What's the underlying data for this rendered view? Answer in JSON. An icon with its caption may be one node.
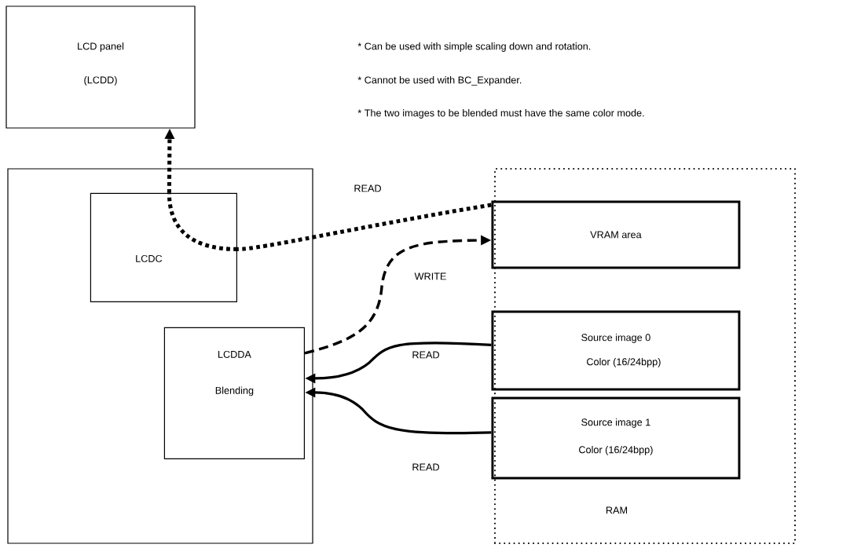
{
  "diagram": {
    "nodes": [
      {
        "text": [
          "LCD panel",
          "(LCDD)"
        ]
      },
      {
        "text": [],
        "shape": "box"
      },
      {
        "text": [
          "LCDC"
        ],
        "in": 1
      },
      {
        "text": [
          "LCDDA",
          "Blending"
        ],
        "in": 1
      },
      {
        "text": [
          "RAM"
        ]
      },
      {
        "text": [
          "VRAM area"
        ],
        "in": 4
      },
      {
        "text": [
          "Source image 0",
          "Color (16/24bpp)"
        ],
        "in": 4
      },
      {
        "text": [
          "Source image 1",
          "Color (16/24bpp)"
        ],
        "in": 4
      }
    ],
    "edges": [
      {
        "from": 5,
        "to": 2,
        "arrow": "none",
        "label": "READ",
        "style": "dashed"
      },
      {
        "from": 2,
        "to": 0,
        "arrow": "to",
        "style": "dashed"
      },
      {
        "from": 3,
        "to": 5,
        "arrow": "to",
        "label": "WRITE",
        "style": "dashed"
      },
      {
        "from": 6,
        "to": 3,
        "arrow": "to",
        "label": "READ"
      },
      {
        "from": 7,
        "to": 3,
        "arrow": "to",
        "label": "READ"
      }
    ],
    "labels": [
      "* Can be used with simple scaling down and rotation.",
      "* Cannot be used with BC_Expander.",
      "* The two images to be blended must have the same color mode."
    ]
  }
}
